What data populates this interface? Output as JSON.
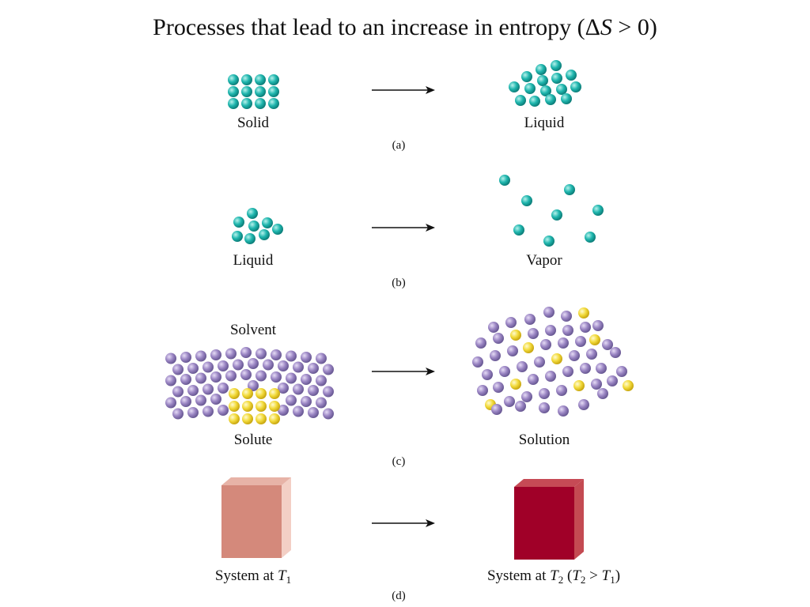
{
  "title": {
    "prefix": "Processes that lead to an increase in entropy (Δ",
    "var": "S",
    "suffix": " > 0)"
  },
  "panels": [
    {
      "tag": "(a)",
      "left_label": "Solid",
      "right_label": "Liquid"
    },
    {
      "tag": "(b)",
      "left_label": "Liquid",
      "right_label": "Vapor"
    },
    {
      "tag": "(c)",
      "top_label": "Solvent",
      "left_label": "Solute",
      "right_label": "Solution"
    },
    {
      "tag": "(d)",
      "left_label": {
        "text": "System at ",
        "var": "T",
        "sub": "1"
      },
      "right_label": {
        "text": "System at ",
        "var": "T",
        "sub": "2",
        "cond_open": " (",
        "cond_var1": "T",
        "cond_sub1": "2",
        "cond_op": " > ",
        "cond_var2": "T",
        "cond_sub2": "1",
        "cond_close": ")"
      }
    }
  ],
  "colors": {
    "teal": "#19b0aa",
    "teal_light": "#7fe0d8",
    "purple": "#9b86c4",
    "purple_light": "#d7cbec",
    "yellow": "#f1d93a",
    "yellow_light": "#fff6b0",
    "box_cool": "#d4897b",
    "box_cool_side": "#f0c8bd",
    "box_hot": "#a00028",
    "box_hot_side": "#c04750"
  }
}
